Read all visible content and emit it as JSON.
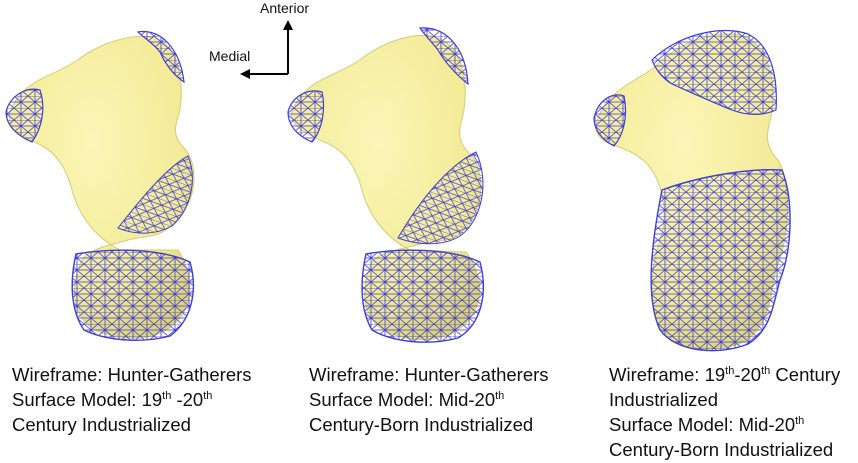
{
  "orientation": {
    "anterior_label": "Anterior",
    "medial_label": "Medial"
  },
  "colors": {
    "surface_fill": "#f7f1a1",
    "surface_shade": "#e6df86",
    "wireframe": "#3f3fd1",
    "arrow": "#000000"
  },
  "panels": [
    {
      "caption": {
        "line1": "Wireframe: Hunter-Gatherers",
        "line2_pre": "Surface Model: 19",
        "line2_sup1": "th",
        "line2_mid": " -20",
        "line2_sup2": "th",
        "line3": "Century Industrialized"
      }
    },
    {
      "caption": {
        "line1": "Wireframe: Hunter-Gatherers",
        "line2_pre": "Surface Model: Mid-20",
        "line2_sup1": "th",
        "line3": "Century-Born Industrialized"
      }
    },
    {
      "caption": {
        "line1_pre": "Wireframe: 19",
        "line1_sup1": "th",
        "line1_mid": "-20",
        "line1_sup2": "th",
        "line1_post": " Century",
        "line2": "Industrialized",
        "line3_pre": "Surface Model: Mid-20",
        "line3_sup1": "th",
        "line4": "Century-Born Industrialized"
      }
    }
  ]
}
